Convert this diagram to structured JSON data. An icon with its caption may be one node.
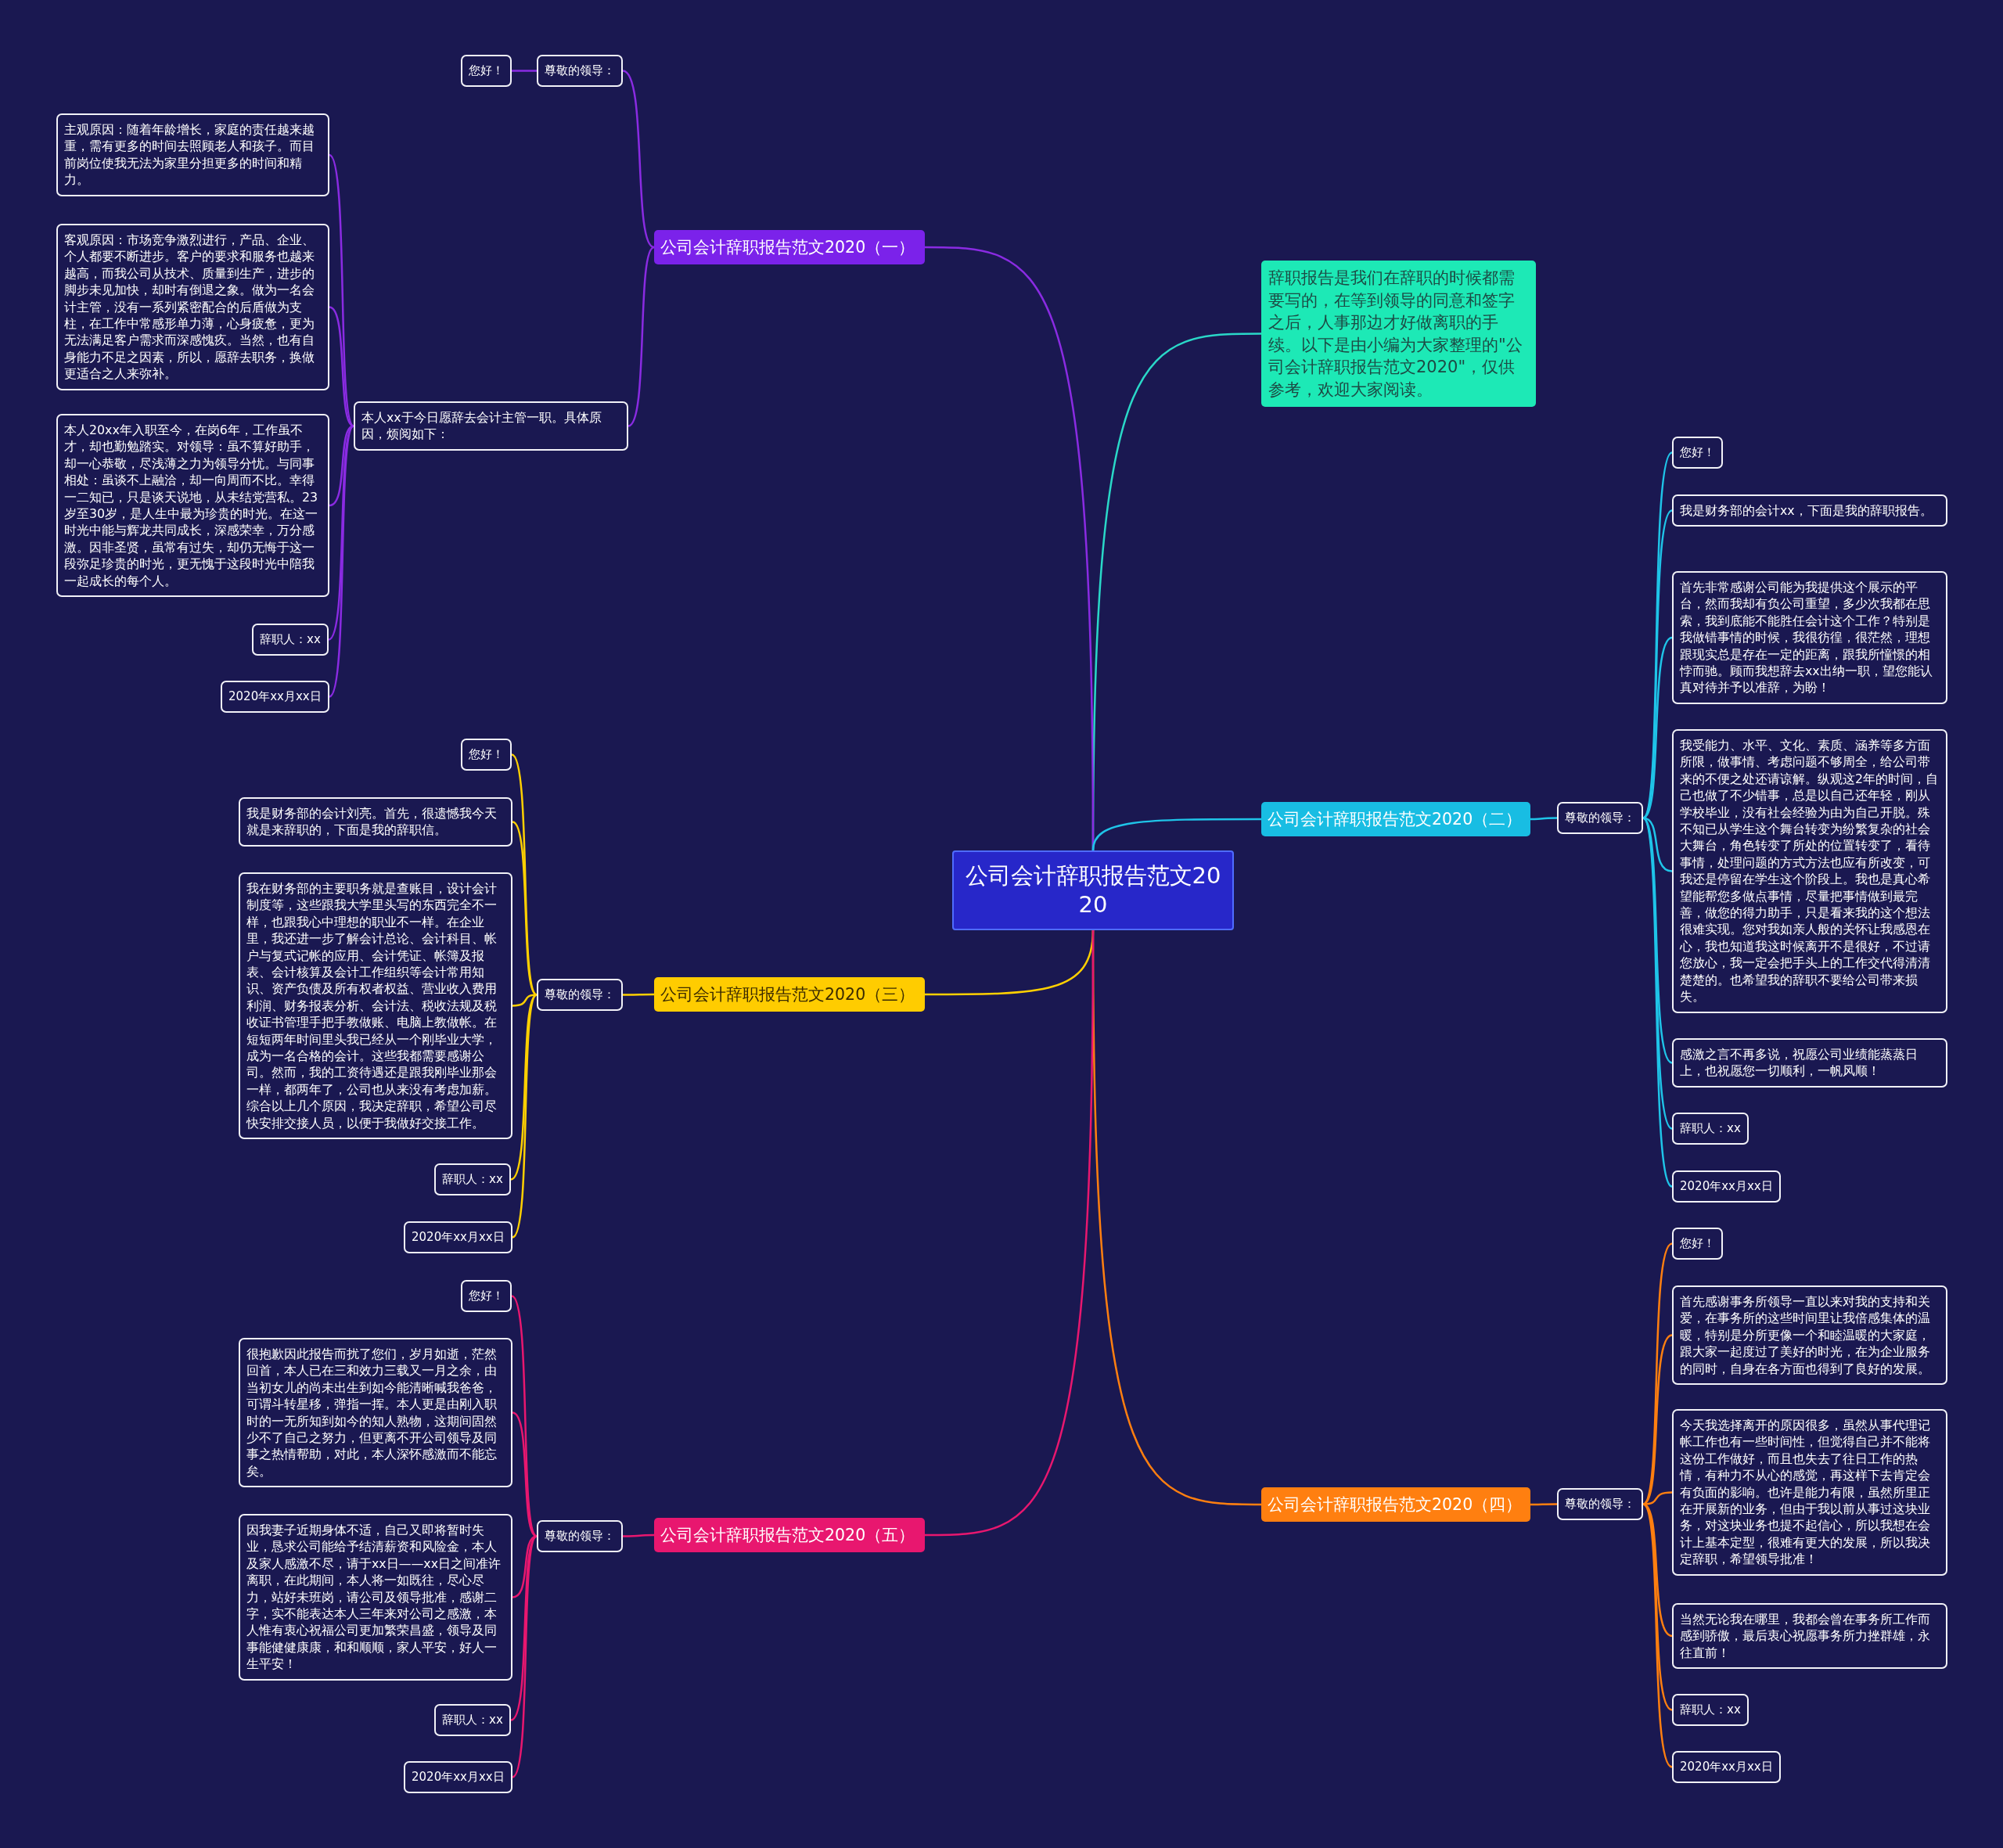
{
  "diagram": {
    "nodes": [
      {
        "text": [
          "公司会计辞职报告范文2020"
        ]
      },
      {
        "text": [
          "辞职报告是我们在辞职的时候都需要写的，在等到领导的同意和签字之后，人事那边才好做离职的手续。以下是由小编为大家整理的\"公司会计辞职报告范文2020\"，仅供参考，欢迎大家阅读。"
        ]
      },
      {
        "text": [
          "公司会计辞职报告范文2020（一）"
        ]
      },
      {
        "text": [
          "尊敬的领导："
        ]
      },
      {
        "text": [
          "您好！"
        ]
      },
      {
        "text": [
          "本人xx于今日愿辞去会计主管一职。具体原因，烦阅如下："
        ]
      },
      {
        "text": [
          "主观原因：随着年龄增长，家庭的责任越来越重，需有更多的时间去照顾老人和孩子。而目前岗位使我无法为家里分担更多的时间和精力。"
        ]
      },
      {
        "text": [
          "客观原因：市场竞争激烈进行，产品、企业、个人都要不断进步。客户的要求和服务也越来越高，而我公司从技术、质量到生产，进步的脚步未见加快，却时有倒退之象。做为一名会计主管，没有一系列紧密配合的后盾做为支柱，在工作中常感形单力薄，心身疲惫，更为无法满足客户需求而深感愧疚。当然，也有自身能力不足之因素，所以，愿辞去职务，换做更适合之人来弥补。"
        ]
      },
      {
        "text": [
          "本人20xx年入职至今，在岗6年，工作虽不才，却也勤勉踏实。对领导：虽不算好助手，却一心恭敬，尽浅薄之力为领导分忧。与同事相处：虽谈不上融洽，却一向周而不比。幸得一二知已，只是谈天说地，从未结党营私。23岁至30岁，是人生中最为珍贵的时光。在这一时光中能与辉龙共同成长，深感荣幸，万分感激。因非圣贤，虽常有过失，却仍无悔于这一段弥足珍贵的时光，更无愧于这段时光中陪我一起成长的每个人。"
        ]
      },
      {
        "text": [
          "辞职人：xx"
        ]
      },
      {
        "text": [
          "2020年xx月xx日"
        ]
      },
      {
        "text": [
          "公司会计辞职报告范文2020（二）"
        ]
      },
      {
        "text": [
          "尊敬的领导："
        ]
      },
      {
        "text": [
          "您好！"
        ]
      },
      {
        "text": [
          "我是财务部的会计xx，下面是我的辞职报告。"
        ]
      },
      {
        "text": [
          "首先非常感谢公司能为我提供这个展示的平台，然而我却有负公司重望，多少次我都在思索，我到底能不能胜任会计这个工作？特别是我做错事情的时候，我很彷徨，很茫然，理想跟现实总是存在一定的距离，跟我所憧憬的相悖而驰。顾而我想辞去xx出纳一职，望您能认真对待并予以准辞，为盼！"
        ]
      },
      {
        "text": [
          "我受能力、水平、文化、素质、涵养等多方面所限，做事情、考虑问题不够周全，给公司带来的不便之处还请谅解。纵观这2年的时间，自己也做了不少错事，总是以自己还年轻，刚从学校毕业，没有社会经验为由为自己开脱。殊不知已从学生这个舞台转变为纷繁复杂的社会大舞台，角色转变了所处的位置转变了，看待事情，处理问题的方式方法也应有所改变，可我还是停留在学生这个阶段上。我也是真心希望能帮您多做点事情，尽量把事情做到最完善，做您的得力助手，只是看来我的这个想法很难实现。您对我如亲人般的关怀让我感恩在心，我也知道我这时候离开不是很好，不过请您放心，我一定会把手头上的工作交代得清清楚楚的。也希望我的辞职不要给公司带来损失。"
        ]
      },
      {
        "text": [
          "感激之言不再多说，祝愿公司业绩能蒸蒸日上，也祝愿您一切顺利，一帆风顺！"
        ]
      },
      {
        "text": [
          "辞职人：xx"
        ]
      },
      {
        "text": [
          "2020年xx月xx日"
        ]
      },
      {
        "text": [
          "公司会计辞职报告范文2020（三）"
        ]
      },
      {
        "text": [
          "尊敬的领导："
        ]
      },
      {
        "text": [
          "您好！"
        ]
      },
      {
        "text": [
          "我是财务部的会计刘亮。首先，很遗憾我今天就是来辞职的，下面是我的辞职信。"
        ]
      },
      {
        "text": [
          "我在财务部的主要职务就是查账目，设计会计制度等，这些跟我大学里头写的东西完全不一样，也跟我心中理想的职业不一样。在企业里，我还进一步了解会计总论、会计科目、帐户与复式记帐的应用、会计凭证、帐簿及报表、会计核算及会计工作组织等会计常用知识、资产负债及所有权者权益、营业收入费用利润、财务报表分析、会计法、税收法规及税收证书管理手把手教做账、电脑上教做帐。在短短两年时间里头我已经从一个刚毕业大学，成为一名合格的会计。这些我都需要感谢公司。然而，我的工资待遇还是跟我刚毕业那会一样，都两年了，公司也从来没有考虑加薪。综合以上几个原因，我决定辞职，希望公司尽快安排交接人员，以便于我做好交接工作。"
        ]
      },
      {
        "text": [
          "辞职人：xx"
        ]
      },
      {
        "text": [
          "2020年xx月xx日"
        ]
      },
      {
        "text": [
          "公司会计辞职报告范文2020（四）"
        ]
      },
      {
        "text": [
          "尊敬的领导："
        ]
      },
      {
        "text": [
          "您好！"
        ]
      },
      {
        "text": [
          "首先感谢事务所领导一直以来对我的支持和关爱，在事务所的这些时间里让我倍感集体的温暖，特别是分所更像一个和睦温暖的大家庭，跟大家一起度过了美好的时光，在为企业服务的同时，自身在各方面也得到了良好的发展。"
        ]
      },
      {
        "text": [
          "今天我选择离开的原因很多，虽然从事代理记帐工作也有一些时间性，但觉得自己并不能将这份工作做好，而且也失去了往日工作的热情，有种力不从心的感觉，再这样下去肯定会有负面的影响。也许是能力有限，虽然所里正在开展新的业务，但由于我以前从事过这块业务，对这块业务也提不起信心，所以我想在会计上基本定型，很难有更大的发展，所以我决定辞职，希望领导批准！"
        ]
      },
      {
        "text": [
          "当然无论我在哪里，我都会曾在事务所工作而感到骄傲，最后衷心祝愿事务所力挫群雄，永往直前！"
        ]
      },
      {
        "text": [
          "辞职人：xx"
        ]
      },
      {
        "text": [
          "2020年xx月xx日"
        ]
      },
      {
        "text": [
          "公司会计辞职报告范文2020（五）"
        ]
      },
      {
        "text": [
          "尊敬的领导："
        ]
      },
      {
        "text": [
          "您好！"
        ]
      },
      {
        "text": [
          "很抱歉因此报告而扰了您们，岁月如逝，茫然回首，本人已在三和效力三载又一月之余，由当初女儿的尚未出生到如今能清晰喊我爸爸，可谓斗转星移，弹指一挥。本人更是由刚入职时的一无所知到如今的知人熟物，这期间固然少不了自己之努力，但更离不开公司领导及同事之热情帮助，对此，本人深怀感激而不能忘矣。"
        ]
      },
      {
        "text": [
          "因我妻子近期身体不适，自己又即将暂时失业，恳求公司能给予结清薪资和风险金，本人及家人感激不尽，请于xx日——xx日之间准许离职，在此期间，本人将一如既往，尽心尽力，站好未班岗，请公司及领导批准，感谢二字，实不能表达本人三年来对公司之感激，本人惟有衷心祝福公司更加繁荣昌盛，领导及同事能健健康康，和和顺顺，家人平安，好人一生平安！"
        ]
      },
      {
        "text": [
          "辞职人：xx"
        ]
      },
      {
        "text": [
          "2020年xx月xx日"
        ]
      }
    ],
    "edges": [
      {
        "from": 0,
        "to": 1,
        "arrow": "none",
        "color": "#2ad8c8"
      },
      {
        "from": 0,
        "to": 2,
        "arrow": "none",
        "color": "#8a2be2"
      },
      {
        "from": 2,
        "to": 3,
        "arrow": "none",
        "color": "#8a2be2"
      },
      {
        "from": 3,
        "to": 4,
        "arrow": "none",
        "color": "#8a2be2"
      },
      {
        "from": 2,
        "to": 5,
        "arrow": "none",
        "color": "#8a2be2"
      },
      {
        "from": 5,
        "to": 6,
        "arrow": "none",
        "color": "#8a2be2"
      },
      {
        "from": 5,
        "to": 7,
        "arrow": "none",
        "color": "#8a2be2"
      },
      {
        "from": 5,
        "to": 8,
        "arrow": "none",
        "color": "#8a2be2"
      },
      {
        "from": 5,
        "to": 9,
        "arrow": "none",
        "color": "#8a2be2"
      },
      {
        "from": 5,
        "to": 10,
        "arrow": "none",
        "color": "#8a2be2"
      },
      {
        "from": 0,
        "to": 11,
        "arrow": "none",
        "color": "#1fc4e8"
      },
      {
        "from": 11,
        "to": 12,
        "arrow": "none",
        "color": "#1fc4e8"
      },
      {
        "from": 12,
        "to": 13,
        "arrow": "none",
        "color": "#1fc4e8"
      },
      {
        "from": 12,
        "to": 14,
        "arrow": "none",
        "color": "#1fc4e8"
      },
      {
        "from": 12,
        "to": 15,
        "arrow": "none",
        "color": "#1fc4e8"
      },
      {
        "from": 12,
        "to": 16,
        "arrow": "none",
        "color": "#1fc4e8"
      },
      {
        "from": 12,
        "to": 17,
        "arrow": "none",
        "color": "#1fc4e8"
      },
      {
        "from": 12,
        "to": 18,
        "arrow": "none",
        "color": "#1fc4e8"
      },
      {
        "from": 12,
        "to": 19,
        "arrow": "none",
        "color": "#1fc4e8"
      },
      {
        "from": 0,
        "to": 20,
        "arrow": "none",
        "color": "#ffd000"
      },
      {
        "from": 20,
        "to": 21,
        "arrow": "none",
        "color": "#ffd000"
      },
      {
        "from": 21,
        "to": 22,
        "arrow": "none",
        "color": "#ffd000"
      },
      {
        "from": 21,
        "to": 23,
        "arrow": "none",
        "color": "#ffd000"
      },
      {
        "from": 21,
        "to": 24,
        "arrow": "none",
        "color": "#ffd000"
      },
      {
        "from": 21,
        "to": 25,
        "arrow": "none",
        "color": "#ffd000"
      },
      {
        "from": 21,
        "to": 26,
        "arrow": "none",
        "color": "#ffd000"
      },
      {
        "from": 0,
        "to": 27,
        "arrow": "none",
        "color": "#ff7f10"
      },
      {
        "from": 27,
        "to": 28,
        "arrow": "none",
        "color": "#ff7f10"
      },
      {
        "from": 28,
        "to": 29,
        "arrow": "none",
        "color": "#ff7f10"
      },
      {
        "from": 28,
        "to": 30,
        "arrow": "none",
        "color": "#ff7f10"
      },
      {
        "from": 28,
        "to": 31,
        "arrow": "none",
        "color": "#ff7f10"
      },
      {
        "from": 28,
        "to": 32,
        "arrow": "none",
        "color": "#ff7f10"
      },
      {
        "from": 28,
        "to": 33,
        "arrow": "none",
        "color": "#ff7f10"
      },
      {
        "from": 28,
        "to": 34,
        "arrow": "none",
        "color": "#ff7f10"
      },
      {
        "from": 0,
        "to": 35,
        "arrow": "none",
        "color": "#e8176f"
      },
      {
        "from": 35,
        "to": 36,
        "arrow": "none",
        "color": "#e8176f"
      },
      {
        "from": 36,
        "to": 37,
        "arrow": "none",
        "color": "#e8176f"
      },
      {
        "from": 36,
        "to": 38,
        "arrow": "none",
        "color": "#e8176f"
      },
      {
        "from": 36,
        "to": 39,
        "arrow": "none",
        "color": "#e8176f"
      },
      {
        "from": 36,
        "to": 40,
        "arrow": "none",
        "color": "#e8176f"
      },
      {
        "from": 36,
        "to": 41,
        "arrow": "none",
        "color": "#e8176f"
      }
    ]
  }
}
